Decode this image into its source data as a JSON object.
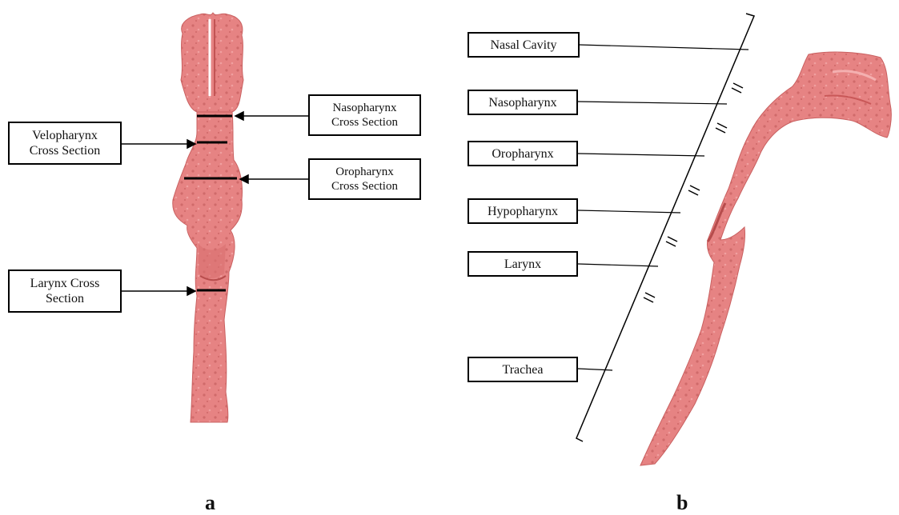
{
  "panel_a": {
    "letter": "a",
    "labels": {
      "velopharynx": [
        "Velopharynx",
        "Cross Section"
      ],
      "larynx": [
        "Larynx Cross",
        "Section"
      ],
      "nasopharynx": [
        "Nasopharynx",
        "Cross Section"
      ],
      "oropharynx": [
        "Oropharynx",
        "Cross Section"
      ]
    }
  },
  "panel_b": {
    "letter": "b",
    "labels": {
      "nasal_cavity": "Nasal Cavity",
      "nasopharynx": "Nasopharynx",
      "oropharynx": "Oropharynx",
      "hypopharynx": "Hypopharynx",
      "larynx": "Larynx",
      "trachea": "Trachea"
    }
  },
  "colors": {
    "airway_fill": "#e57f7f",
    "airway_shade": "#c85a5a",
    "line": "#000000"
  }
}
